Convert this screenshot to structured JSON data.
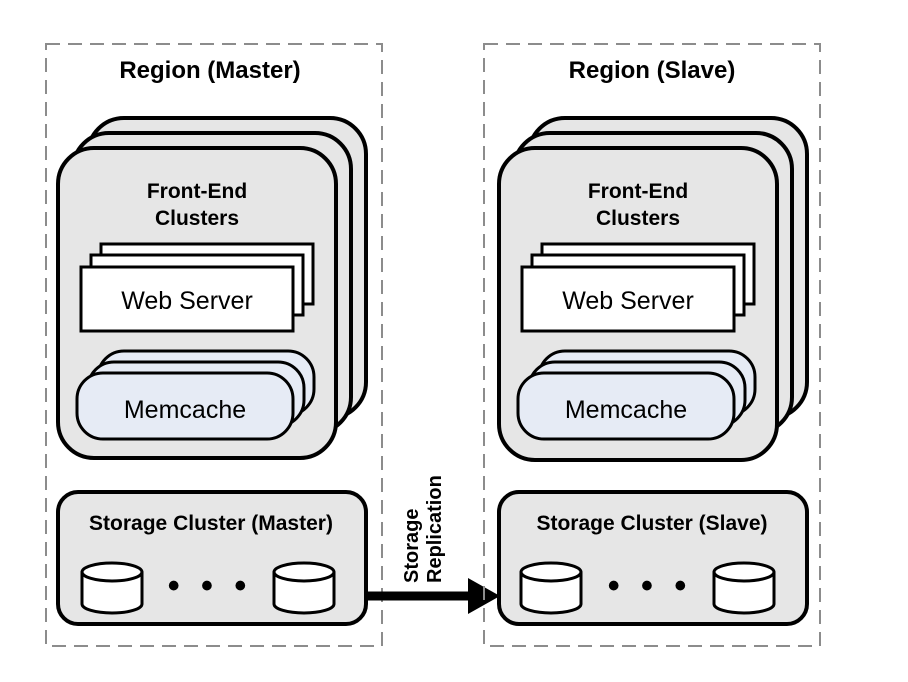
{
  "regions": [
    {
      "title": "Region (Master)",
      "frontend_label_line1": "Front-End",
      "frontend_label_line2": "Clusters",
      "web_server_label": "Web Server",
      "memcache_label": "Memcache",
      "storage_label": "Storage Cluster (Master)",
      "ellipsis": "• • •"
    },
    {
      "title": "Region (Slave)",
      "frontend_label_line1": "Front-End",
      "frontend_label_line2": "Clusters",
      "web_server_label": "Web Server",
      "memcache_label": "Memcache",
      "storage_label": "Storage Cluster (Slave)",
      "ellipsis": "• • •"
    }
  ],
  "replication": {
    "line1": "Storage",
    "line2": "Replication"
  },
  "colors": {
    "cluster_fill": "#e6e6e6",
    "memcache_fill": "#e6ebf5",
    "border": "#000000",
    "dashed_border": "#8c8c8c"
  }
}
